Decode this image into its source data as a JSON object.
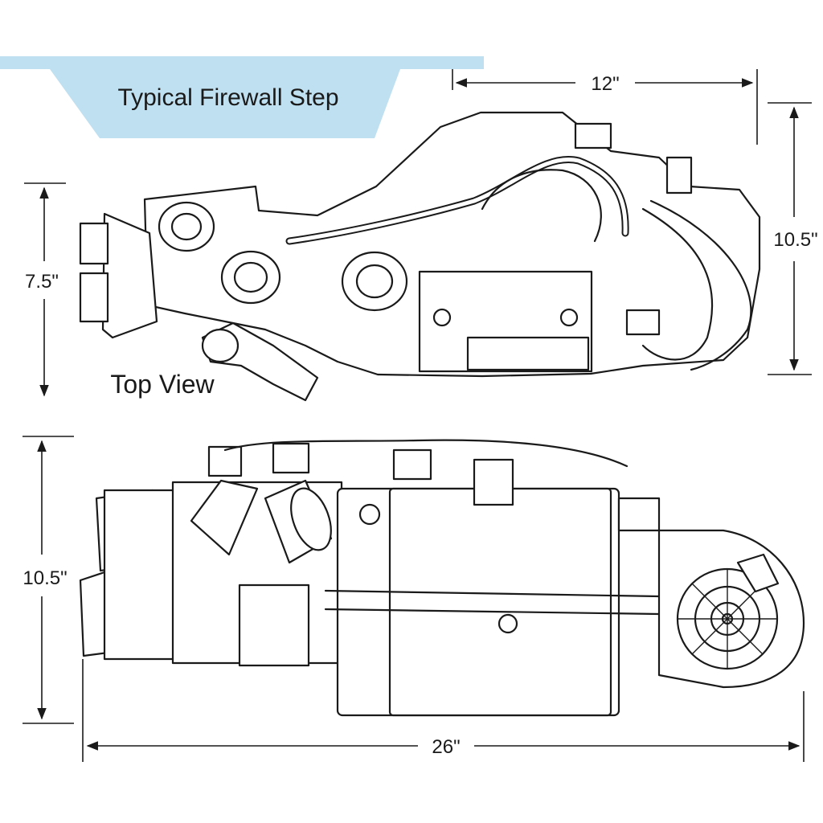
{
  "banner": {
    "text": "Typical Firewall Step",
    "color": "#bfe0f0"
  },
  "top_view": {
    "label": "Top View",
    "width_dim": "12\"",
    "depth_dim": "10.5\"",
    "height_dim": "7.5\""
  },
  "side_view": {
    "height_dim": "10.5\"",
    "length_dim": "26\""
  },
  "colors": {
    "line": "#1a1a1a",
    "background": "#ffffff"
  }
}
